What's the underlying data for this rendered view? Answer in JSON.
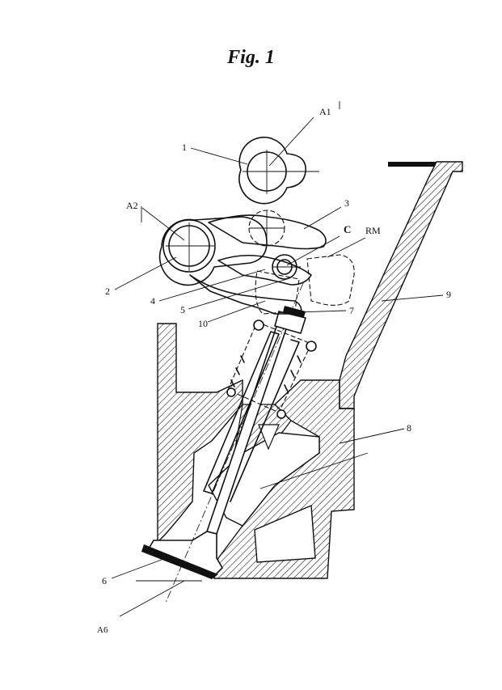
{
  "figure": {
    "title": "Fig. 1"
  },
  "labels": {
    "a1": "A1",
    "a2": "A2",
    "a6": "A6",
    "c": "C",
    "rm": "RM",
    "n1": "1",
    "n2": "2",
    "n3": "3",
    "n4": "4",
    "n5": "5",
    "n6": "6",
    "n7": "7",
    "n8": "8",
    "n9": "9",
    "n10": "10"
  }
}
